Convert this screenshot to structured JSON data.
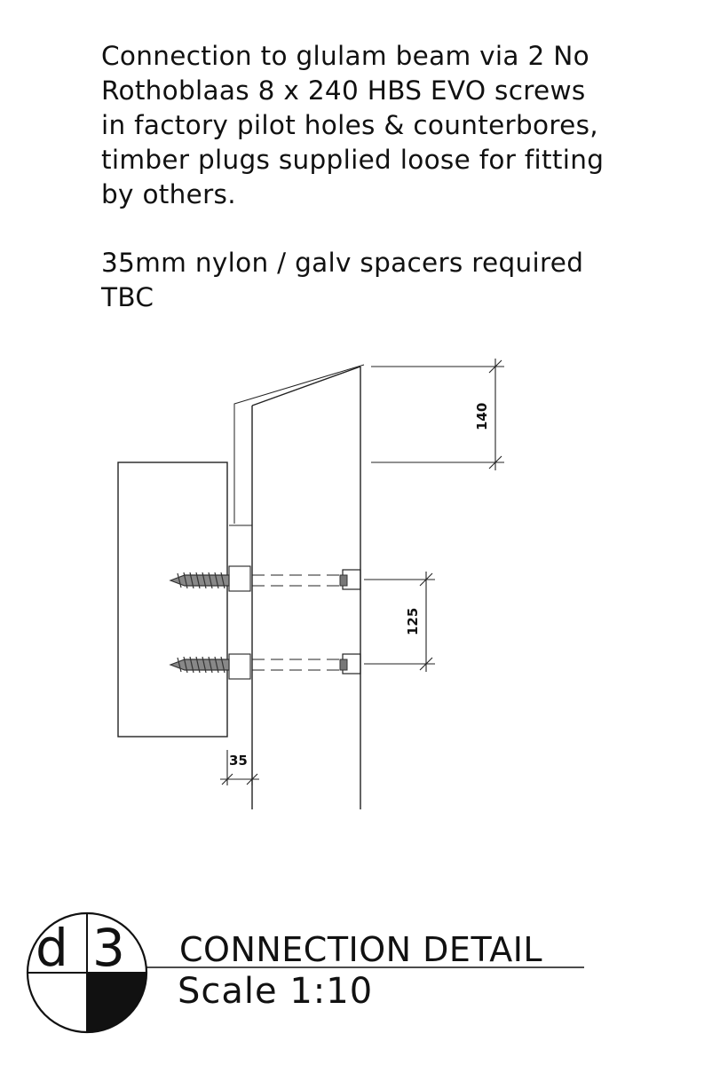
{
  "notes": {
    "paragraph_1_lines": [
      "Connection to glulam beam via 2 No",
      "Rothoblaas 8 x 240 HBS EVO screws",
      "in factory pilot holes & counterbores,",
      "timber plugs supplied loose for fitting",
      "by others."
    ],
    "paragraph_2_lines": [
      "35mm nylon / galv spacers required",
      "TBC"
    ]
  },
  "dimensions": {
    "top_depth": "140",
    "screw_spacing": "125",
    "spacer_gap": "35"
  },
  "title_block": {
    "detail_letter": "d",
    "detail_number": "3",
    "title": "CONNECTION DETAIL",
    "scale": "Scale 1:10"
  }
}
